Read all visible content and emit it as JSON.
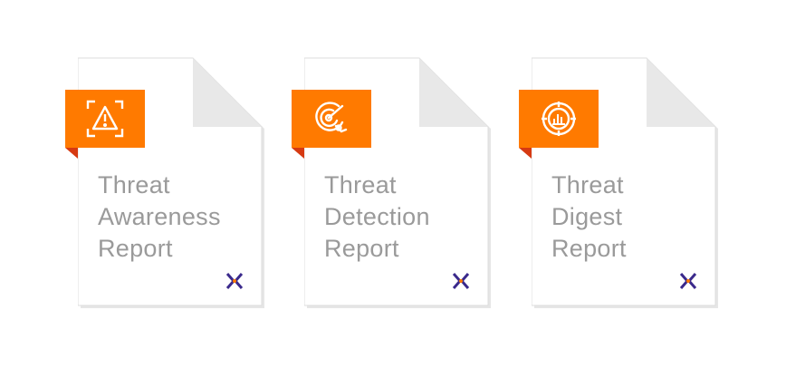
{
  "cards": [
    {
      "icon": "warning-scan-icon",
      "title_lines": [
        "Threat",
        "Awareness",
        "Report"
      ],
      "logo": "x-logo"
    },
    {
      "icon": "radar-icon",
      "title_lines": [
        "Threat",
        "Detection",
        "Report"
      ],
      "logo": "x-logo"
    },
    {
      "icon": "chart-target-icon",
      "title_lines": [
        "Threat",
        "Digest",
        "Report"
      ],
      "logo": "x-logo"
    }
  ],
  "colors": {
    "accent": "#ff7a00",
    "accent_dark": "#d63a12",
    "text": "#9a9a9a",
    "logo_purple": "#3b2a8c",
    "logo_orange": "#ff7a00"
  }
}
